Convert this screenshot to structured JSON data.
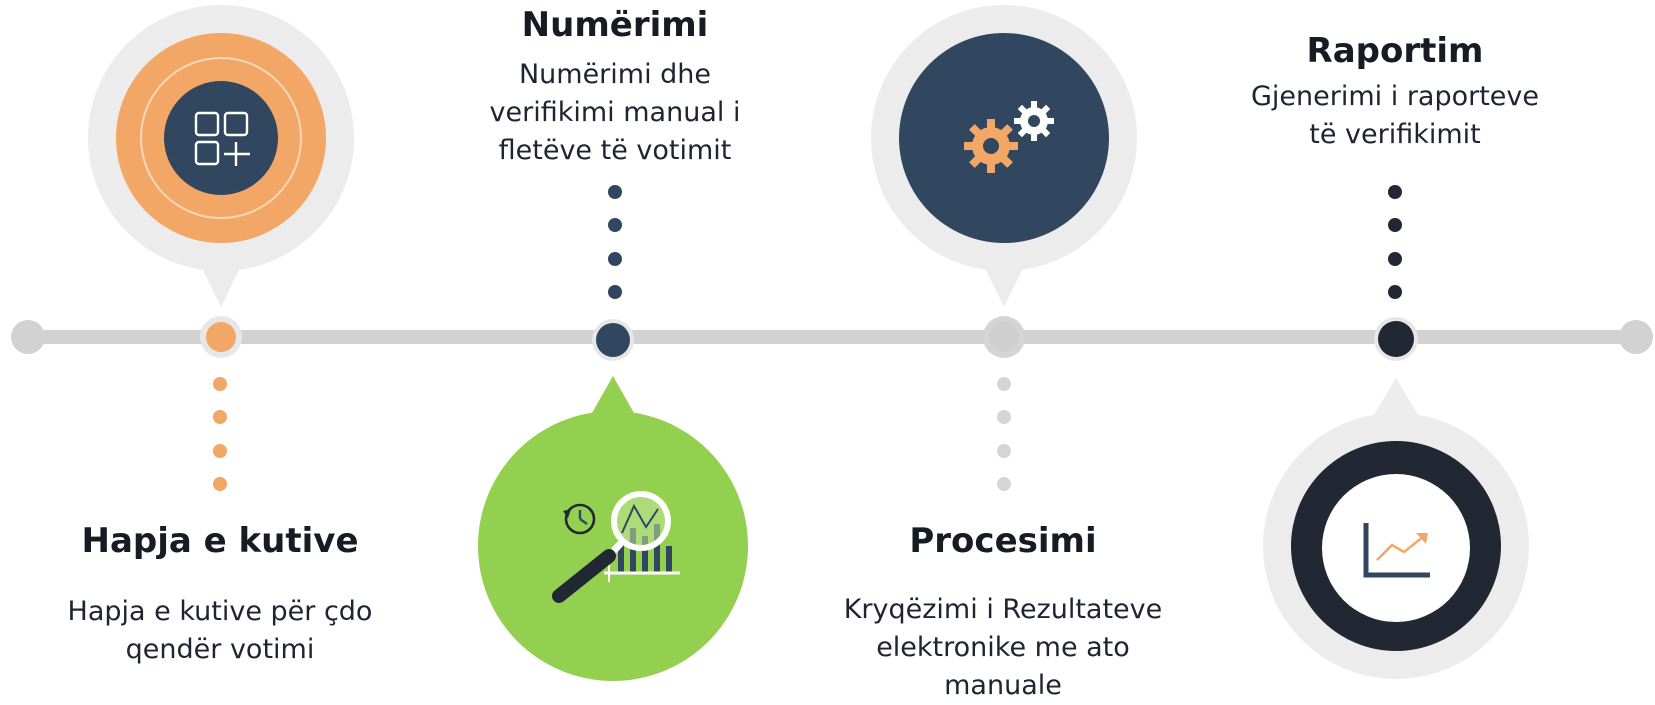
{
  "steps": [
    {
      "title": "Hapja e kutive",
      "description_lines": [
        "Hapja e kutive për çdo",
        "qendër votimi"
      ],
      "icon": "grid-plus-icon",
      "color": "#f2a766"
    },
    {
      "title": "Numërimi",
      "description_lines": [
        "Numërimi dhe",
        "verifikimi manual i",
        "fletëve të votimit"
      ],
      "icon": "magnifier-chart-icon",
      "color": "#94d050"
    },
    {
      "title": "Procesimi",
      "description_lines": [
        "Kryqëzimi i Rezultateve",
        "elektronike me ato",
        "manuale"
      ],
      "icon": "gears-icon",
      "color": "#30475f"
    },
    {
      "title": "Raportim",
      "description_lines": [
        "Gjenerimi i raporteve",
        "të verifikimit"
      ],
      "icon": "trend-chart-icon",
      "color": "#212833"
    }
  ],
  "colors": {
    "line": "#d2d2d2",
    "halo": "#ececec",
    "orange": "#f2a766",
    "navy": "#30475f",
    "green": "#94d050",
    "dark": "#212833",
    "grey_dot": "#d5d5d5"
  }
}
